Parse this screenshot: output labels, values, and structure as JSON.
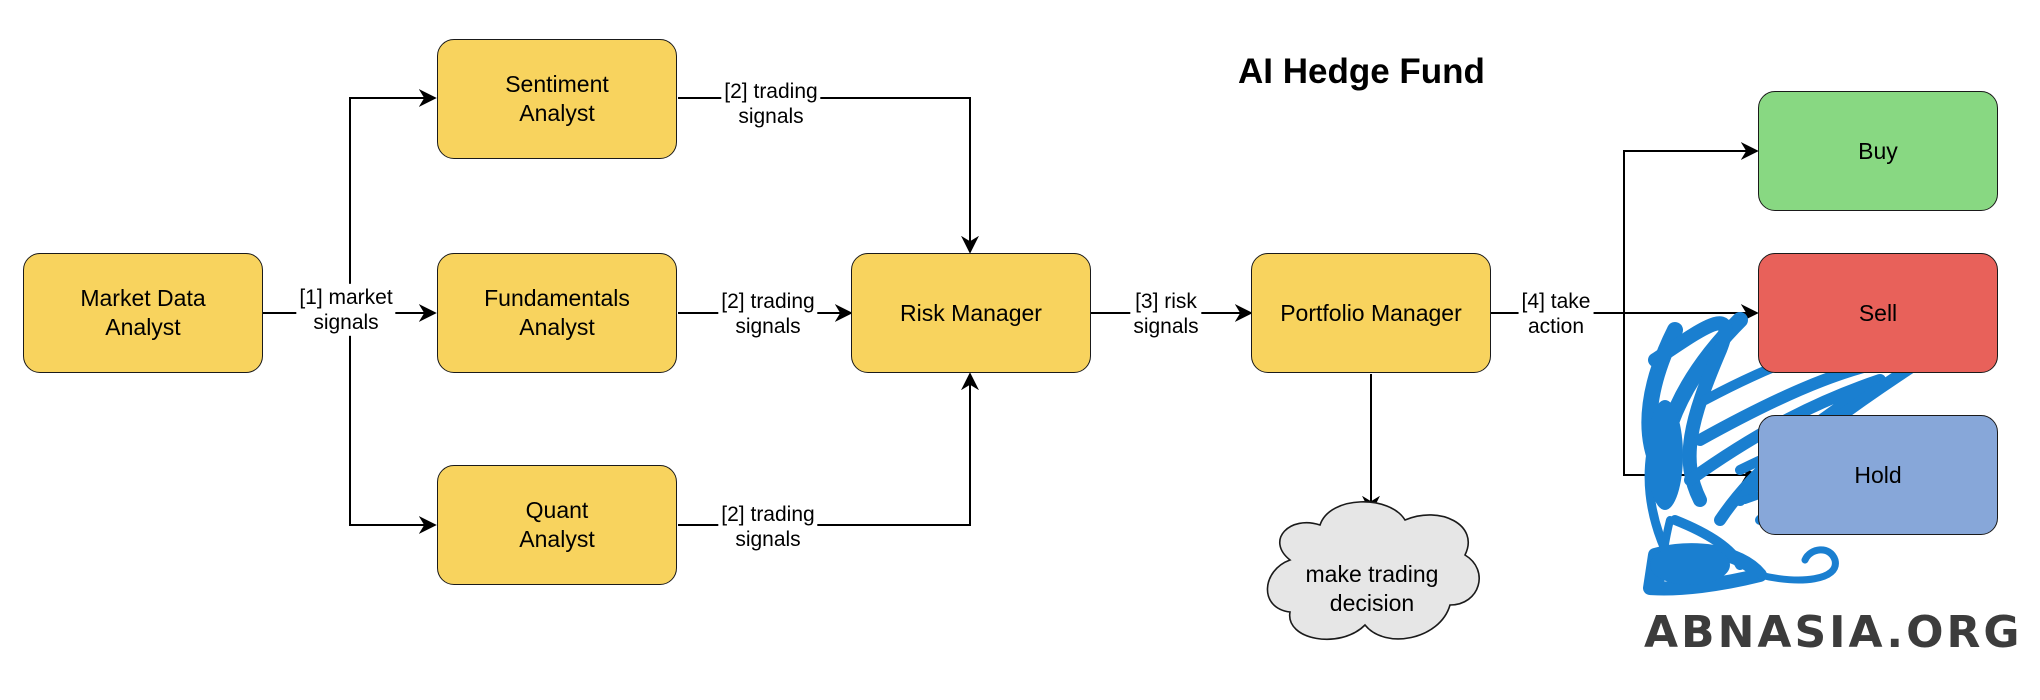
{
  "title": "AI Hedge Fund",
  "nodes": {
    "market_data_analyst": "Market Data\nAnalyst",
    "sentiment_analyst": "Sentiment\nAnalyst",
    "fundamentals_analyst": "Fundamentals\nAnalyst",
    "quant_analyst": "Quant\nAnalyst",
    "risk_manager": "Risk Manager",
    "portfolio_manager": "Portfolio Manager",
    "buy": "Buy",
    "sell": "Sell",
    "hold": "Hold",
    "decision_cloud": "make trading\ndecision"
  },
  "edge_labels": {
    "market_signals": "[1] market\nsignals",
    "trading_signals_sentiment": "[2] trading\nsignals",
    "trading_signals_fundamentals": "[2] trading\nsignals",
    "trading_signals_quant": "[2] trading\nsignals",
    "risk_signals": "[3] risk\nsignals",
    "take_action": "[4] take\naction"
  },
  "colors": {
    "analyst_fill": "#f8d35e",
    "buy_fill": "#88d882",
    "sell_fill": "#e8615a",
    "hold_fill": "#87a7d9",
    "cloud_fill": "#e6e6e6",
    "watermark_blue": "#1a7fd0"
  },
  "watermark": {
    "text": "ABNASIA.ORG",
    "icon": "griffin-logo-icon"
  }
}
